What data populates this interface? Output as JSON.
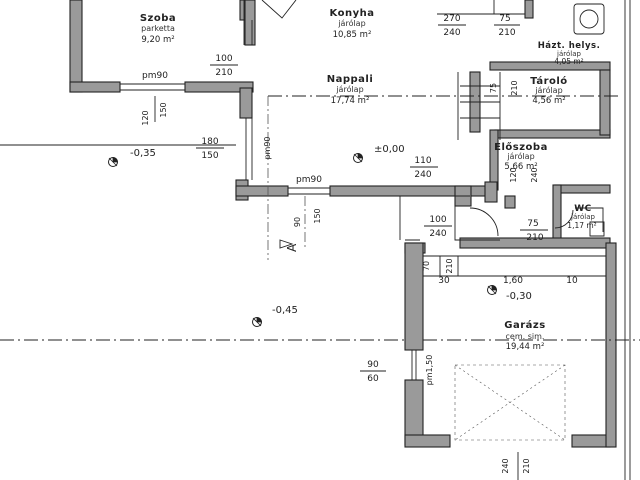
{
  "rooms": {
    "szoba": {
      "name": "Szoba",
      "floor": "parketta",
      "area": "9,20 m²"
    },
    "konyha": {
      "name": "Konyha",
      "floor": "járólap",
      "area": "10,85 m²"
    },
    "nappali": {
      "name": "Nappali",
      "floor": "járólap",
      "area": "17,74 m²"
    },
    "haztartasi": {
      "name": "Házt. helys.",
      "floor": "járólap",
      "area": "4,05 m²"
    },
    "tarolo": {
      "name": "Tároló",
      "floor": "járólap",
      "area": "4,56 m²"
    },
    "eloszoba": {
      "name": "Előszoba",
      "floor": "járólap",
      "area": "5,66 m²"
    },
    "wc": {
      "name": "WC",
      "floor": "járólap",
      "area": "1,17 m²"
    },
    "garazs": {
      "name": "Garázs",
      "floor": "cem. sim.",
      "area": "19,44 m²"
    }
  },
  "levels": {
    "terrace": "-0,35",
    "ground": "±0,00",
    "garage": "-0,30",
    "yard": "-0,45"
  },
  "dimensions": {
    "d270": "270",
    "d240a": "240",
    "d75a": "75",
    "d210a": "210",
    "d100a": "100",
    "d210b": "210",
    "pm90a": "pm90",
    "pm90b": "pm90",
    "pm90c": "pm90",
    "d120a": "120",
    "d150a": "150",
    "d180": "180",
    "d150b": "150",
    "d110": "110",
    "d240b": "240",
    "d75b": "75",
    "d210c": "210",
    "d120b": "120",
    "d240c": "240",
    "d100b": "100",
    "d240d": "240",
    "d75c": "75",
    "d210d": "210",
    "d90a": "90",
    "d150c": "150",
    "d30": "30",
    "d160": "1,60",
    "d10": "10",
    "d70": "70",
    "d210e": "210",
    "d90b": "90",
    "d60": "60",
    "pm150": "pm1,50",
    "d240e": "240",
    "d210f": "210"
  },
  "section_mark": "A"
}
